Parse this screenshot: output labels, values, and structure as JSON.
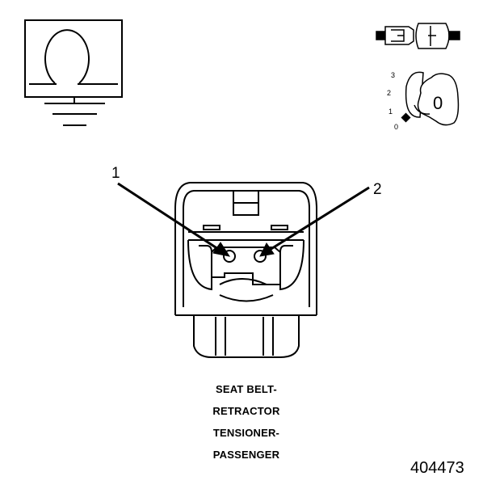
{
  "callouts": {
    "pin1": "1",
    "pin2": "2"
  },
  "ignition": {
    "positions": [
      "3",
      "2",
      "1",
      "0"
    ],
    "key_label": "0"
  },
  "component": {
    "line1": "SEAT BELT-",
    "line2": "RETRACTOR",
    "line3": "TENSIONER-",
    "line4": "PASSENGER"
  },
  "reference_number": "404473",
  "icons": {
    "meter": "ohmmeter-icon",
    "connector": "disconnected-connector-icon",
    "key": "ignition-key-icon"
  },
  "colors": {
    "ink": "#000000",
    "background": "#ffffff"
  }
}
